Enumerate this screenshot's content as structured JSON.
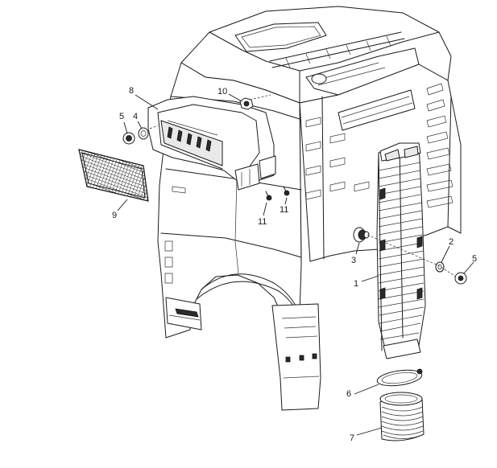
{
  "callouts": [
    {
      "id": "c1",
      "label": "1"
    },
    {
      "id": "c2",
      "label": "2"
    },
    {
      "id": "c3",
      "label": "3"
    },
    {
      "id": "c4",
      "label": "4"
    },
    {
      "id": "c5a",
      "label": "5"
    },
    {
      "id": "c5b",
      "label": "5"
    },
    {
      "id": "c6",
      "label": "6"
    },
    {
      "id": "c7",
      "label": "7"
    },
    {
      "id": "c8",
      "label": "8"
    },
    {
      "id": "c9",
      "label": "9"
    },
    {
      "id": "c10",
      "label": "10"
    },
    {
      "id": "c11a",
      "label": "11"
    },
    {
      "id": "c11b",
      "label": "11"
    }
  ]
}
